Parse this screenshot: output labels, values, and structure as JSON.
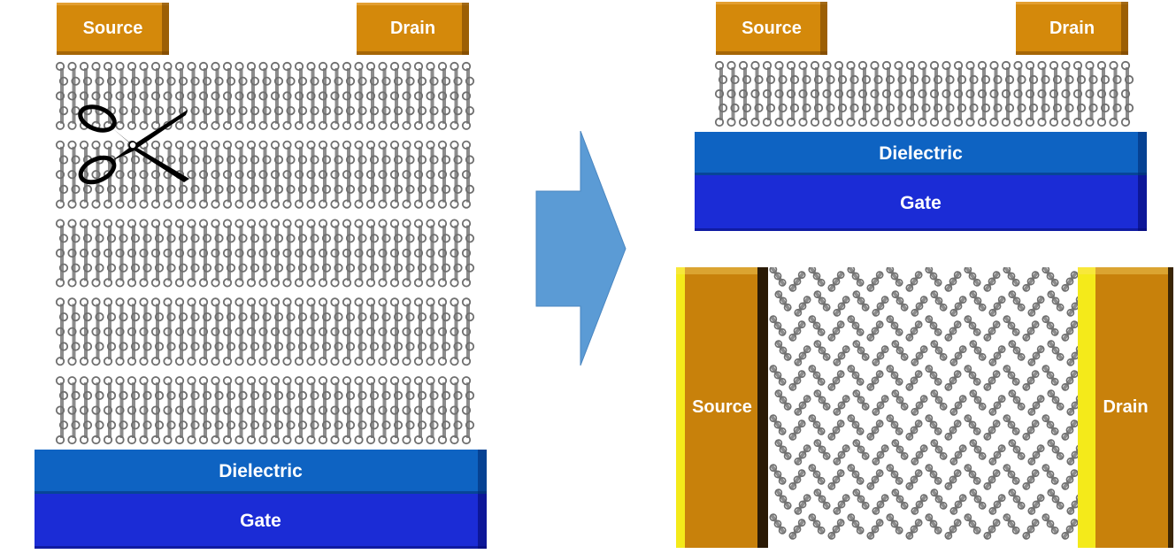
{
  "left_device": {
    "source_label": "Source",
    "drain_label": "Drain",
    "dielectric_label": "Dielectric",
    "gate_label": "Gate"
  },
  "top_right_device": {
    "source_label": "Source",
    "drain_label": "Drain",
    "dielectric_label": "Dielectric",
    "gate_label": "Gate"
  },
  "bottom_right_device": {
    "source_label": "Source",
    "drain_label": "Drain"
  },
  "icons": {
    "cut": "scissors-icon",
    "transition": "arrow-right-icon"
  },
  "colors": {
    "electrode": "#d4890b",
    "dielectric": "#0e63c2",
    "gate": "#1b2cd6",
    "electrode_edge": "#f4ea1a",
    "arrow": "#5b9bd5",
    "molecule": "#8c8c8c"
  }
}
